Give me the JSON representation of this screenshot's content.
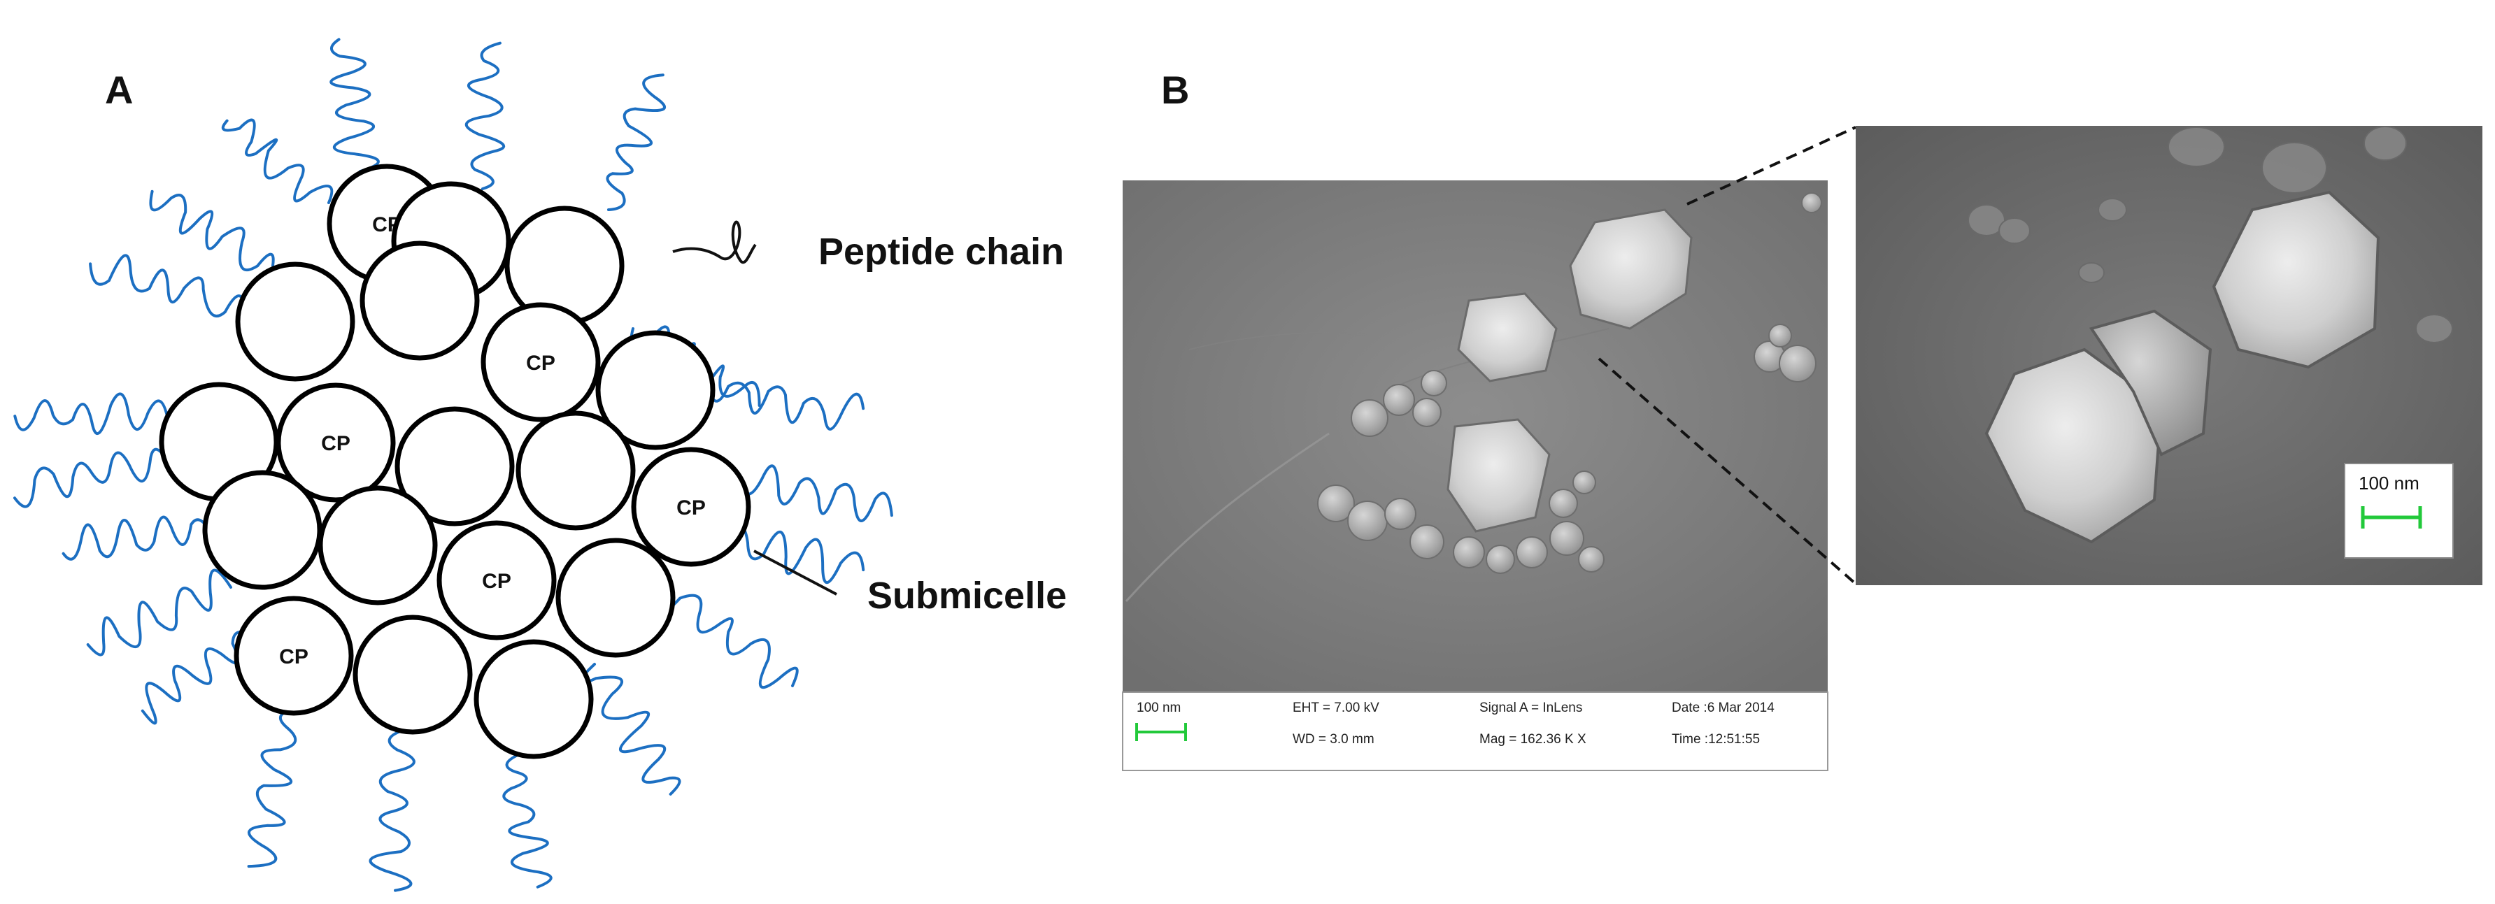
{
  "panels": {
    "a_label": "A",
    "b_label": "B"
  },
  "diagram": {
    "cp_label": "CP",
    "peptide_chain_label": "Peptide chain",
    "submicelle_label": "Submicelle"
  },
  "micrograph": {
    "scale_bar": "100 nm",
    "eht": "EHT =  7.00 kV",
    "wd": "WD =  3.0 mm",
    "signal": "Signal A = InLens",
    "mag": "Mag = 162.36 K X",
    "date": "Date :6 Mar 2014",
    "time": "Time :12:51:55"
  },
  "inset": {
    "scale_bar": "100 nm"
  },
  "colors": {
    "peptide_chain_blue": "#1c6fc2",
    "scale_bar_green": "#22c93a",
    "circle_outline": "#000000"
  }
}
